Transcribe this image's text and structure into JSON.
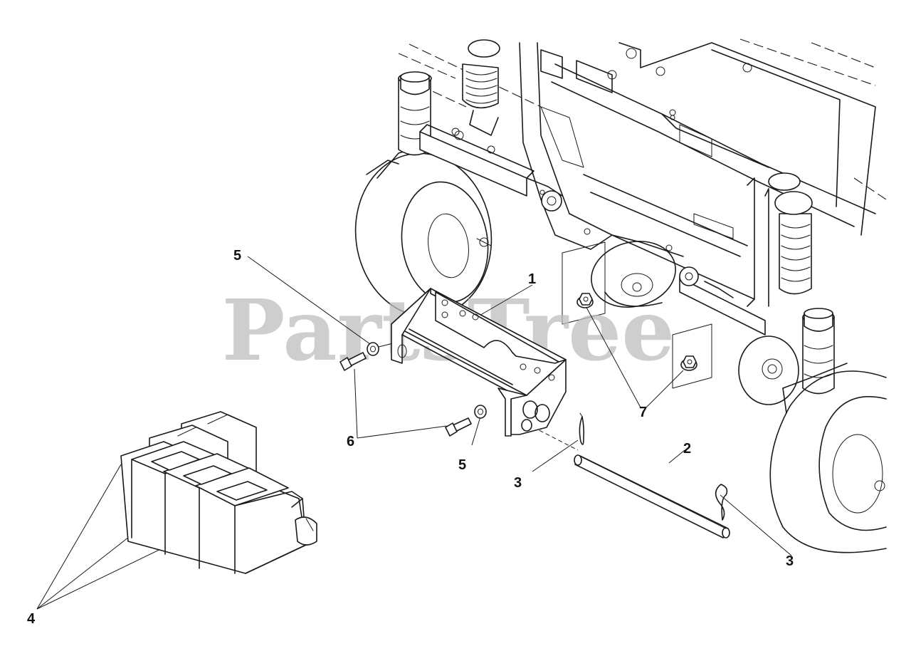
{
  "watermark": {
    "text": "PartsTree",
    "color": "#bdbdbd"
  },
  "callouts": [
    {
      "id": "c1",
      "label": "1"
    },
    {
      "id": "c2",
      "label": "2"
    },
    {
      "id": "c3a",
      "label": "3"
    },
    {
      "id": "c3b",
      "label": "3"
    },
    {
      "id": "c4",
      "label": "4"
    },
    {
      "id": "c5a",
      "label": "5"
    },
    {
      "id": "c5b",
      "label": "5"
    },
    {
      "id": "c6",
      "label": "6"
    },
    {
      "id": "c7",
      "label": "7"
    }
  ],
  "icons": [
    "mower-chassis-drawing",
    "front-bracket",
    "hitch-pin",
    "hair-pin-clip",
    "suitcase-weight",
    "washer",
    "bolt",
    "flange-nut"
  ]
}
